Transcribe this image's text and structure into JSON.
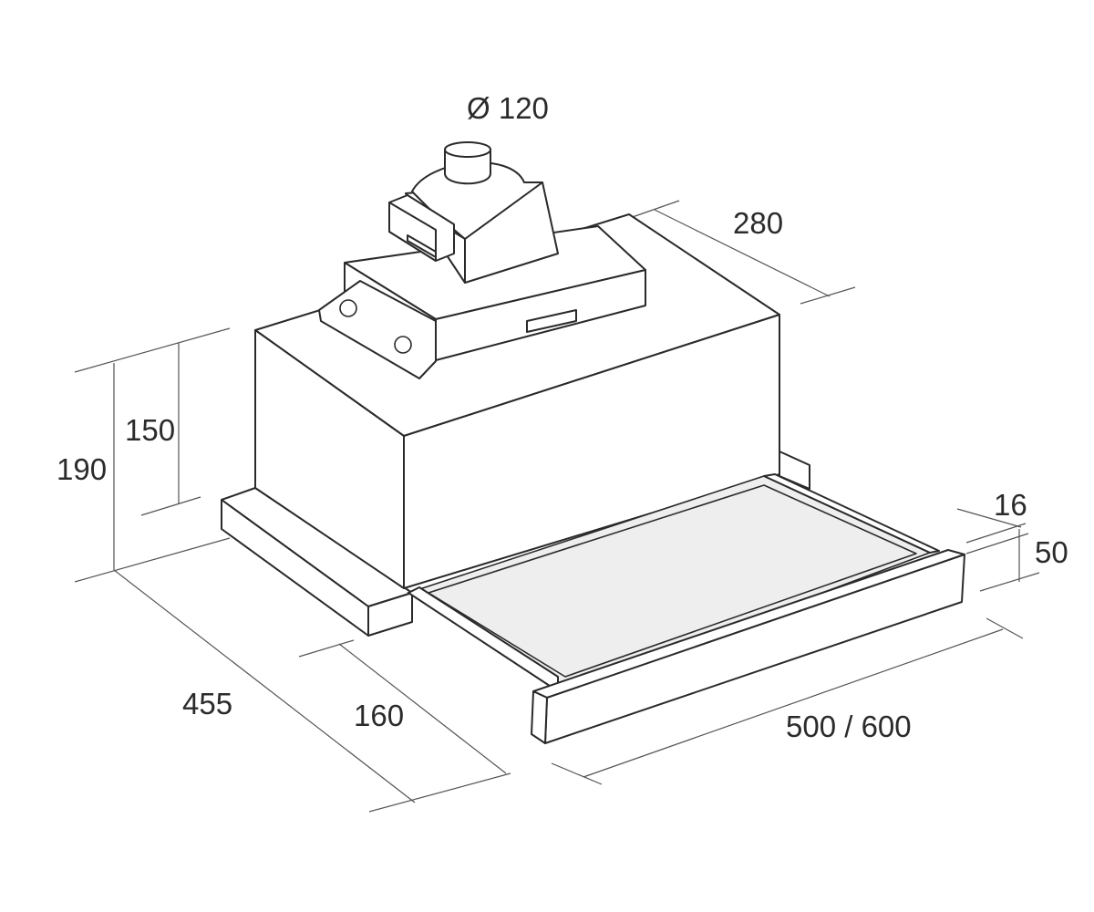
{
  "dimensions": {
    "duct_diameter": "Ø 120",
    "depth_top": "280",
    "total_height": "190",
    "body_height": "150",
    "front_panel_thickness": "16",
    "front_panel_height": "50",
    "total_depth": "455",
    "slider_depth": "160",
    "width": "500 / 600"
  },
  "colors": {
    "line": "#2a2a2a",
    "dimension_line": "#555555",
    "text": "#2b2b2b",
    "background": "#ffffff"
  }
}
